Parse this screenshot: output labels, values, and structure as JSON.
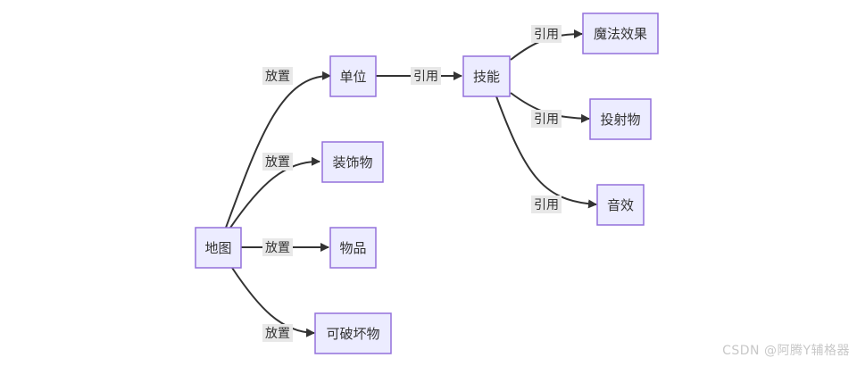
{
  "nodes": {
    "map": "地图",
    "unit": "单位",
    "decoration": "装饰物",
    "item": "物品",
    "destructible": "可破坏物",
    "skill": "技能",
    "magic_effect": "魔法效果",
    "projectile": "投射物",
    "sound": "音效"
  },
  "edges": {
    "map_to_unit": "放置",
    "map_to_decoration": "放置",
    "map_to_item": "放置",
    "map_to_destructible": "放置",
    "unit_to_skill": "引用",
    "skill_to_magic_effect": "引用",
    "skill_to_projectile": "引用",
    "skill_to_sound": "引用"
  },
  "watermark": "CSDN @阿腾Y辅格器"
}
